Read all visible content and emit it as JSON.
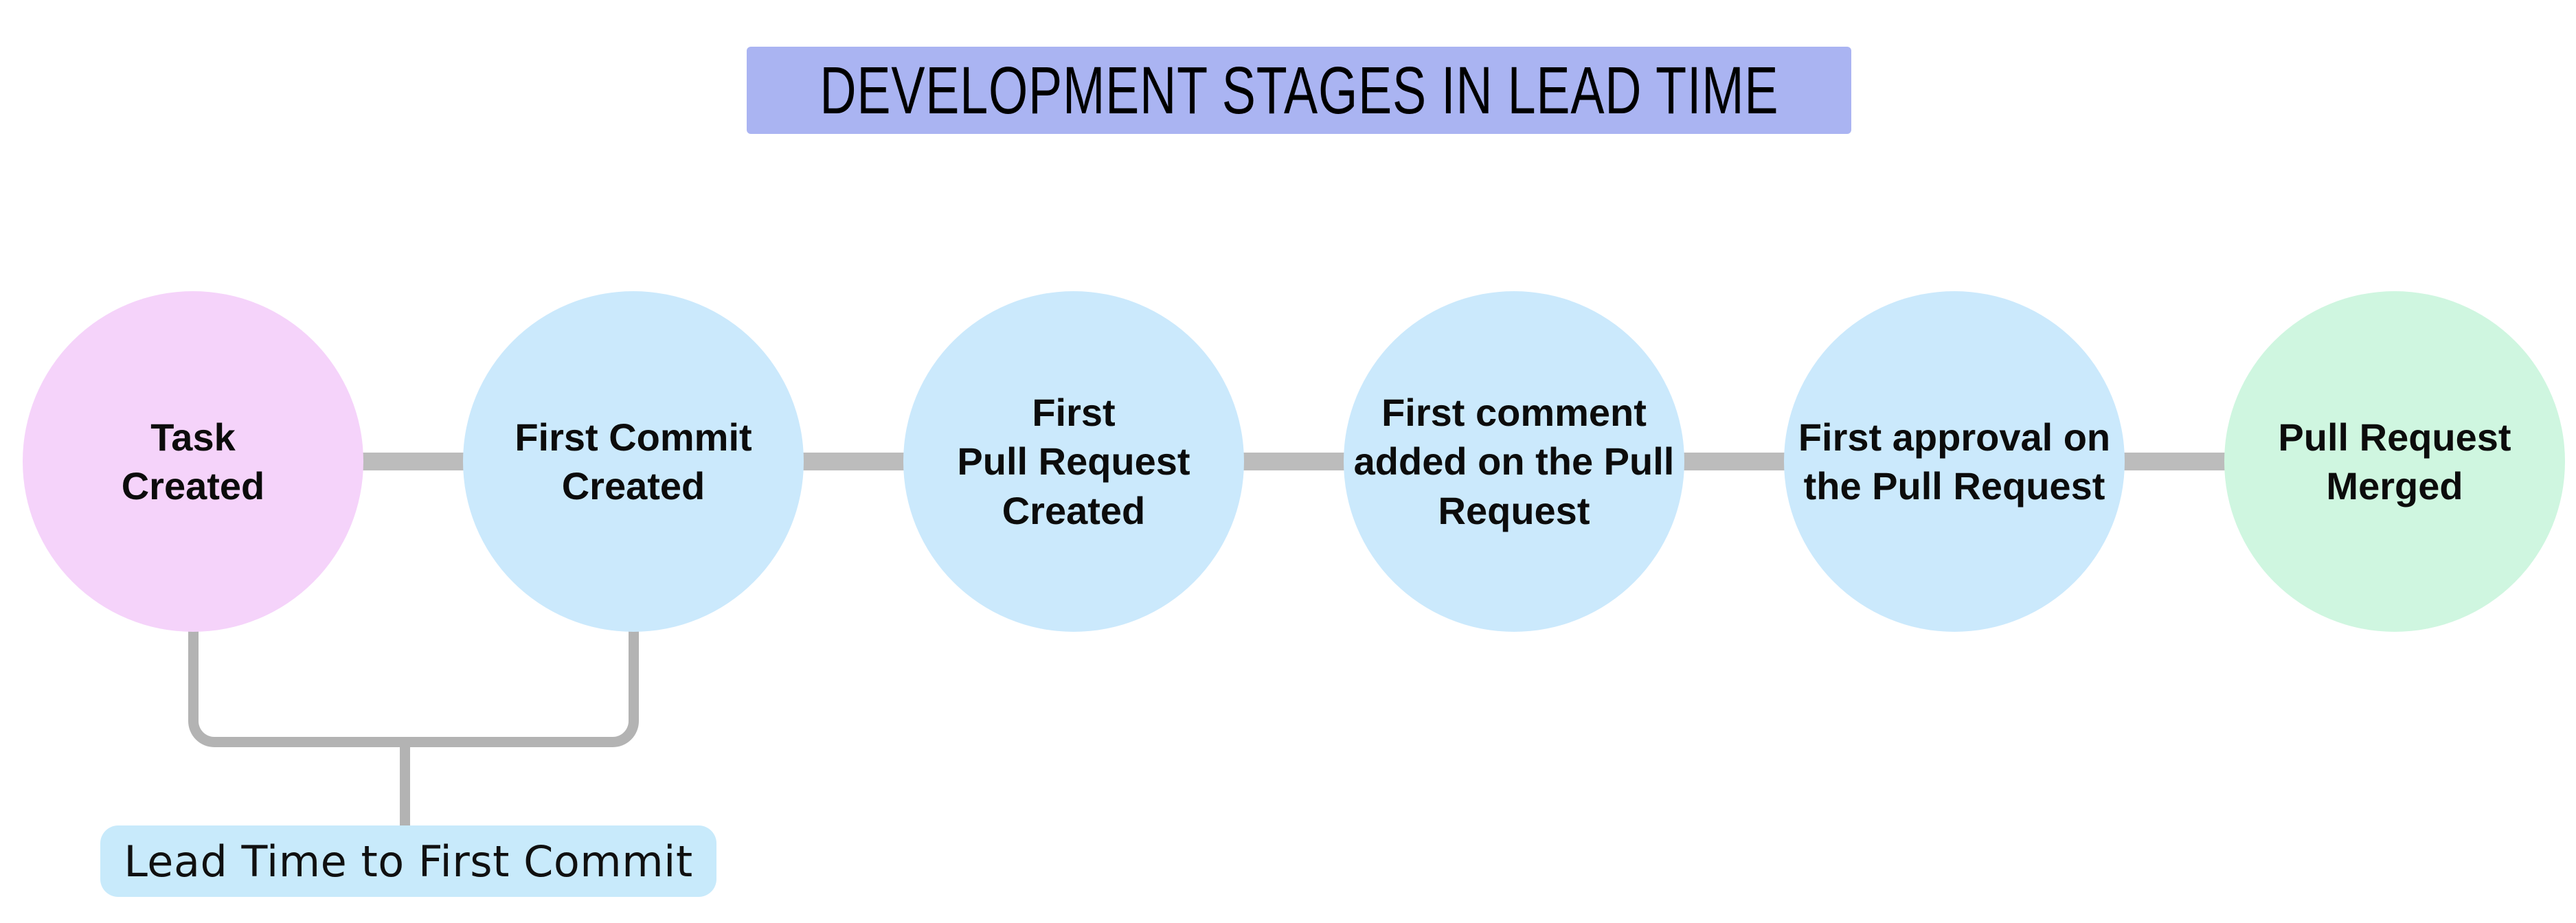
{
  "title": {
    "text": "DEVELOPMENT STAGES IN LEAD TIME",
    "bg": "#aab4f2"
  },
  "stages": [
    {
      "id": "task-created",
      "lines": [
        "Task",
        "Created"
      ],
      "color": "#f5d3fa"
    },
    {
      "id": "first-commit-created",
      "lines": [
        "First Commit",
        "Created"
      ],
      "color": "#cbe9fc"
    },
    {
      "id": "first-pr-created",
      "lines": [
        "First",
        "Pull Request",
        "Created"
      ],
      "color": "#cbe9fc"
    },
    {
      "id": "first-comment-added",
      "lines": [
        "First comment",
        "added on the Pull",
        "Request"
      ],
      "color": "#cbe9fc"
    },
    {
      "id": "first-approval",
      "lines": [
        "First approval on",
        "the Pull Request"
      ],
      "color": "#cbe9fc"
    },
    {
      "id": "pull-request-merged",
      "lines": [
        "Pull Request",
        "Merged"
      ],
      "color": "#cff6e0"
    }
  ],
  "annotation": {
    "label": "Lead Time to First Commit",
    "bg": "#c8eafb"
  },
  "colors": {
    "connector": "#bcbcbc",
    "bracket": "#b3b3b3",
    "text": "#0c0c0c"
  }
}
